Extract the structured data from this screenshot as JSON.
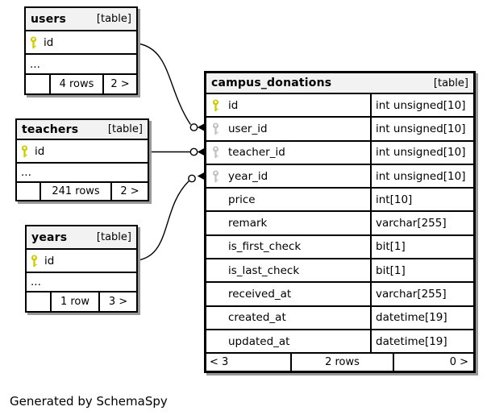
{
  "caption": "Generated by SchemaSpy",
  "colors": {
    "primary_key_icon": "#cccc00",
    "foreign_key_icon": "#c3c3c3",
    "header_bg": "#f2f2f2",
    "border": "#000000",
    "shadow": "#989898"
  },
  "tables": [
    {
      "name": "users",
      "tag": "[table]",
      "columns": [
        {
          "name": "id",
          "key": "primary"
        }
      ],
      "more": "...",
      "footer": {
        "left": "",
        "center": "4 rows",
        "right": "2 >"
      }
    },
    {
      "name": "teachers",
      "tag": "[table]",
      "columns": [
        {
          "name": "id",
          "key": "primary"
        }
      ],
      "more": "...",
      "footer": {
        "left": "",
        "center": "241 rows",
        "right": "2 >"
      }
    },
    {
      "name": "years",
      "tag": "[table]",
      "columns": [
        {
          "name": "id",
          "key": "primary"
        }
      ],
      "more": "...",
      "footer": {
        "left": "",
        "center": "1 row",
        "right": "3 >"
      }
    },
    {
      "name": "campus_donations",
      "tag": "[table]",
      "columns": [
        {
          "name": "id",
          "type": "int unsigned[10]",
          "key": "primary"
        },
        {
          "name": "user_id",
          "type": "int unsigned[10]",
          "key": "foreign"
        },
        {
          "name": "teacher_id",
          "type": "int unsigned[10]",
          "key": "foreign"
        },
        {
          "name": "year_id",
          "type": "int unsigned[10]",
          "key": "foreign"
        },
        {
          "name": "price",
          "type": "int[10]",
          "key": ""
        },
        {
          "name": "remark",
          "type": "varchar[255]",
          "key": ""
        },
        {
          "name": "is_first_check",
          "type": "bit[1]",
          "key": ""
        },
        {
          "name": "is_last_check",
          "type": "bit[1]",
          "key": ""
        },
        {
          "name": "received_at",
          "type": "varchar[255]",
          "key": ""
        },
        {
          "name": "created_at",
          "type": "datetime[19]",
          "key": ""
        },
        {
          "name": "updated_at",
          "type": "datetime[19]",
          "key": ""
        }
      ],
      "footer": {
        "left": "< 3",
        "center": "2 rows",
        "right": "0 >"
      }
    }
  ],
  "relationships": [
    {
      "from_table": "users",
      "from_column": "id",
      "to_table": "campus_donations",
      "to_column": "user_id"
    },
    {
      "from_table": "teachers",
      "from_column": "id",
      "to_table": "campus_donations",
      "to_column": "teacher_id"
    },
    {
      "from_table": "years",
      "from_column": "id",
      "to_table": "campus_donations",
      "to_column": "year_id"
    }
  ]
}
